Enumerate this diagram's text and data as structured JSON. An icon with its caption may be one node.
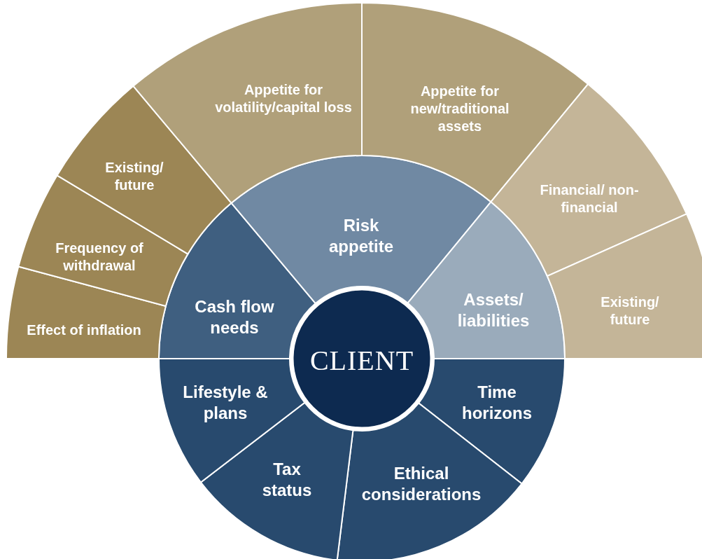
{
  "diagram": {
    "nodes": [
      {
        "text": [
          "CLIENT"
        ]
      },
      {
        "text": [
          "Cash flow needs"
        ]
      },
      {
        "text": [
          "Risk appetite"
        ]
      },
      {
        "text": [
          "Assets/ liabilities"
        ]
      },
      {
        "text": [
          "Time horizons"
        ]
      },
      {
        "text": [
          "Ethical considerations"
        ]
      },
      {
        "text": [
          "Tax status"
        ]
      },
      {
        "text": [
          "Lifestyle & plans"
        ]
      },
      {
        "text": [
          "Effect of inflation"
        ]
      },
      {
        "text": [
          "Frequency of withdrawal"
        ]
      },
      {
        "text": [
          "Existing/ future"
        ]
      },
      {
        "text": [
          "Appetite for volatility/capital loss"
        ]
      },
      {
        "text": [
          "Appetite for new/traditional assets"
        ]
      },
      {
        "text": [
          "Financial/ non-financial"
        ]
      },
      {
        "text": [
          "Existing/ future"
        ]
      }
    ]
  }
}
